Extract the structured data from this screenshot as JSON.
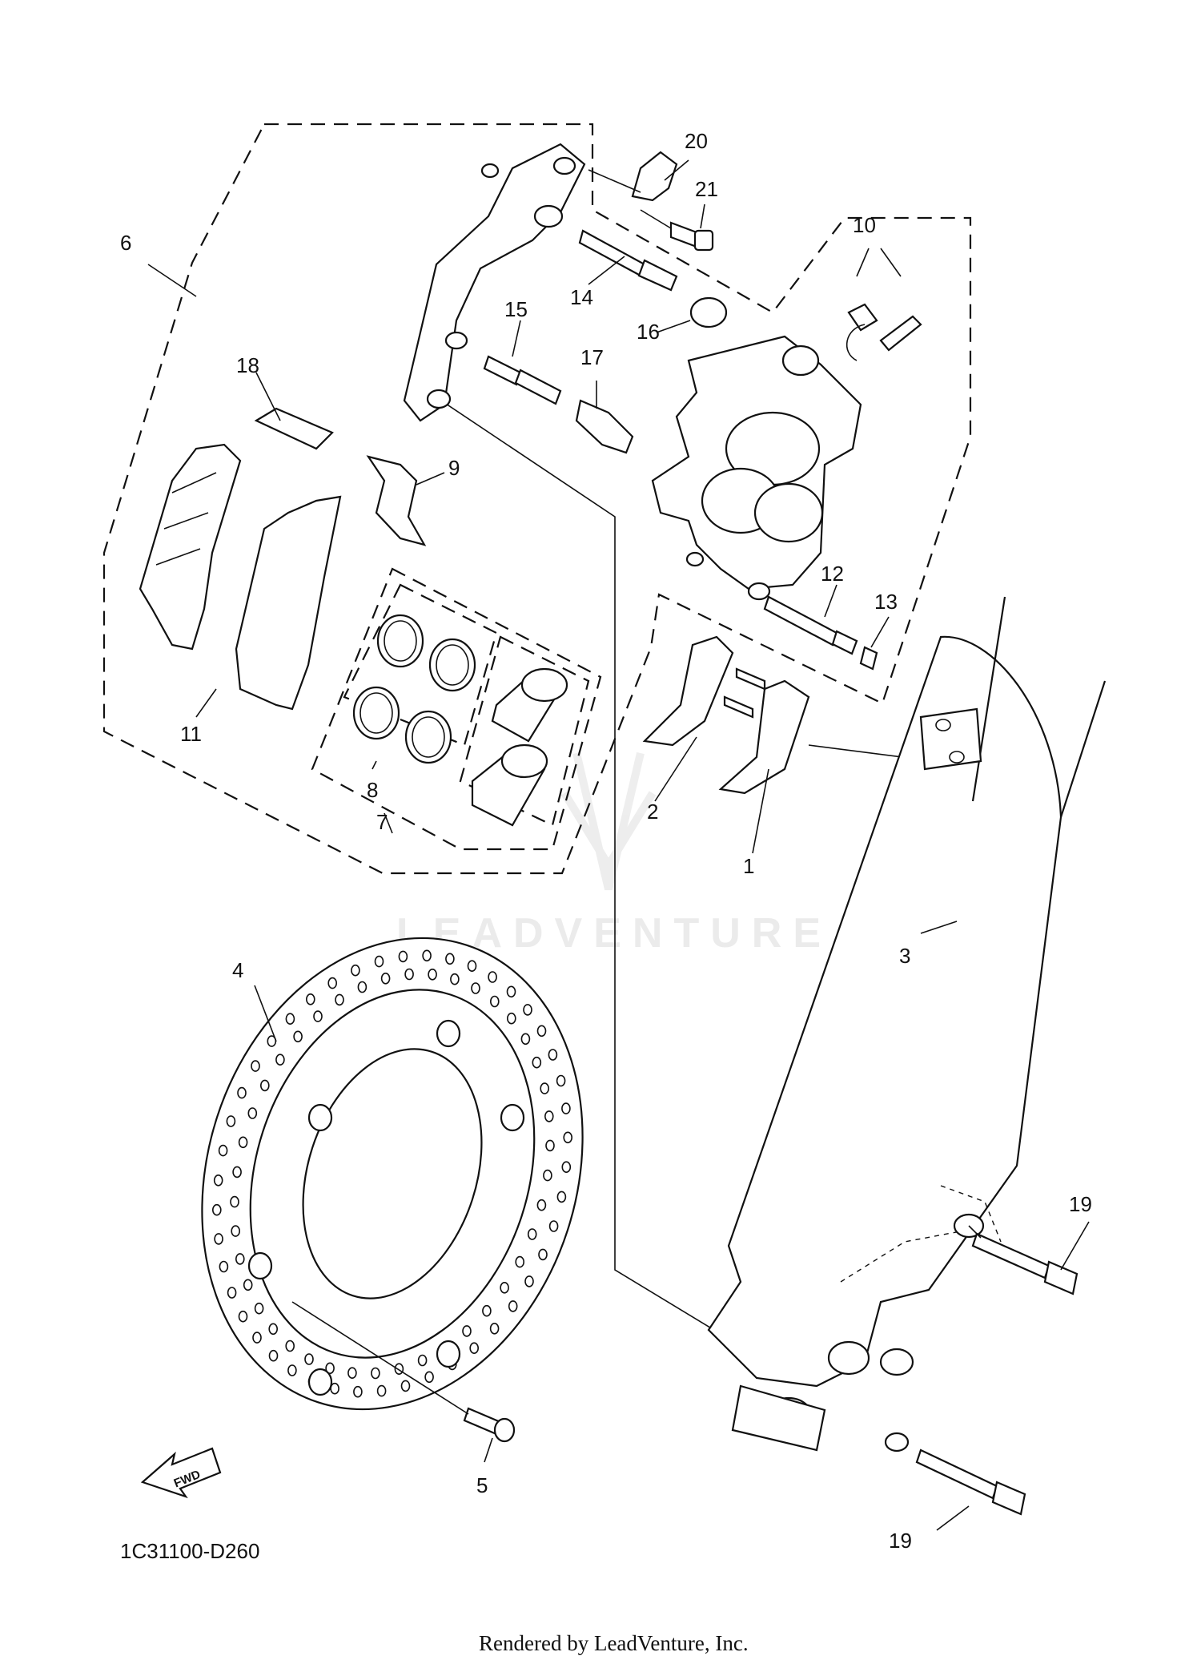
{
  "diagram": {
    "part_code": "1C31100-D260",
    "footer": "Rendered by LeadVenture, Inc.",
    "watermark": "LEADVENTURE",
    "fwd_label": "FWD",
    "callouts": [
      {
        "id": "c1",
        "label": "1"
      },
      {
        "id": "c2",
        "label": "2"
      },
      {
        "id": "c3",
        "label": "3"
      },
      {
        "id": "c4",
        "label": "4"
      },
      {
        "id": "c5",
        "label": "5"
      },
      {
        "id": "c6",
        "label": "6"
      },
      {
        "id": "c7",
        "label": "7"
      },
      {
        "id": "c8",
        "label": "8"
      },
      {
        "id": "c9",
        "label": "9"
      },
      {
        "id": "c10",
        "label": "10"
      },
      {
        "id": "c11",
        "label": "11"
      },
      {
        "id": "c12",
        "label": "12"
      },
      {
        "id": "c13",
        "label": "13"
      },
      {
        "id": "c14",
        "label": "14"
      },
      {
        "id": "c15",
        "label": "15"
      },
      {
        "id": "c16",
        "label": "16"
      },
      {
        "id": "c17",
        "label": "17"
      },
      {
        "id": "c18",
        "label": "18"
      },
      {
        "id": "c19a",
        "label": "19"
      },
      {
        "id": "c19b",
        "label": "19"
      },
      {
        "id": "c20",
        "label": "20"
      },
      {
        "id": "c21",
        "label": "21"
      }
    ]
  }
}
